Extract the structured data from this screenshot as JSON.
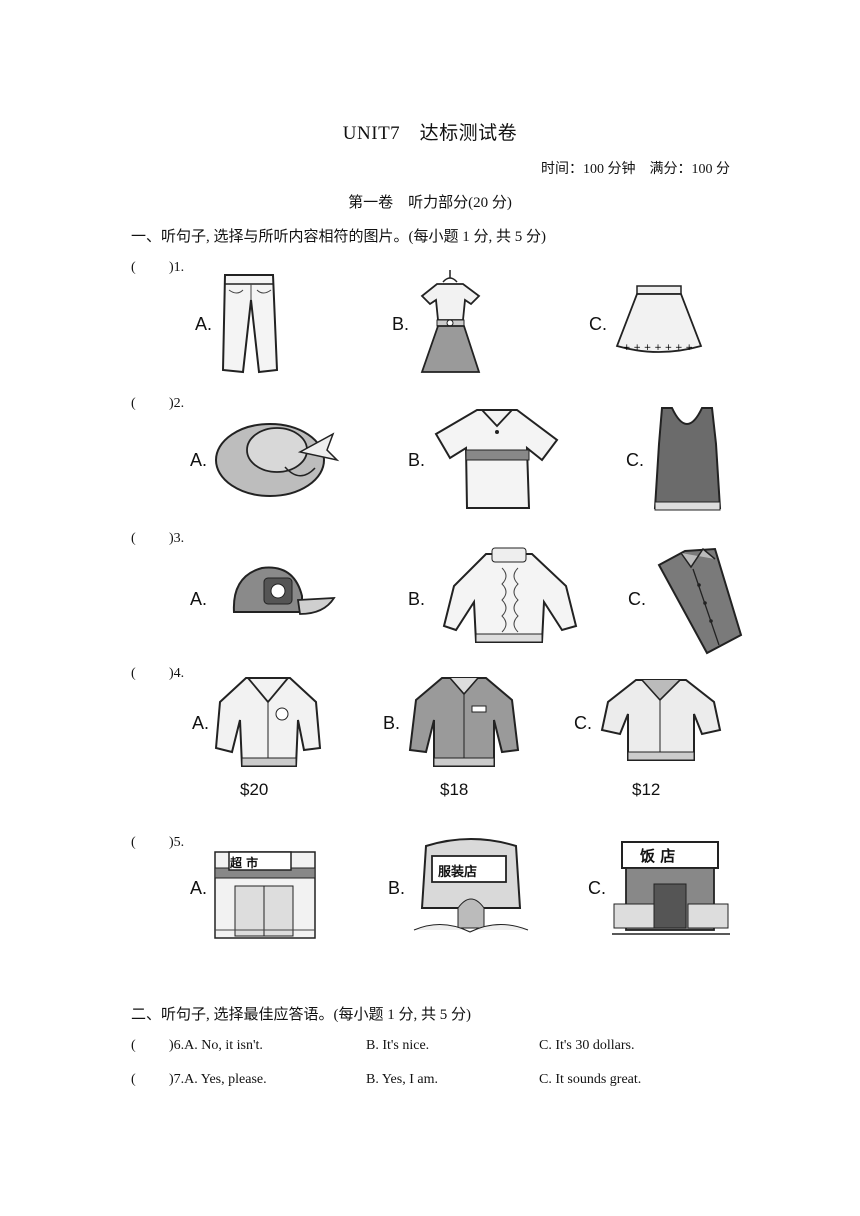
{
  "title": "UNIT7　达标测试卷",
  "timing": "时间：100 分钟　满分：100 分",
  "part": "第一卷　听力部分(20 分)",
  "section1": {
    "heading": "一、听句子, 选择与所听内容相符的图片。(每小题 1 分, 共 5 分)",
    "questions": [
      {
        "num": ")1.",
        "options": [
          "A.",
          "B.",
          "C."
        ]
      },
      {
        "num": ")2.",
        "options": [
          "A.",
          "B.",
          "C."
        ]
      },
      {
        "num": ")3.",
        "options": [
          "A.",
          "B.",
          "C."
        ]
      },
      {
        "num": ")4.",
        "options": [
          "A.",
          "B.",
          "C."
        ],
        "prices": [
          "$20",
          "$18",
          "$12"
        ]
      },
      {
        "num": ")5.",
        "options": [
          "A.",
          "B.",
          "C."
        ],
        "signs": [
          "超 市",
          "服装店",
          "饭 店"
        ]
      }
    ]
  },
  "section2": {
    "heading": "二、听句子, 选择最佳应答语。(每小题 1 分, 共 5 分)",
    "questions": [
      {
        "num": ")6.",
        "a": "A. No, it isn't.",
        "b": "B. It's nice.",
        "c": "C. It's 30 dollars."
      },
      {
        "num": ")7.",
        "a": "A. Yes, please.",
        "b": "B. Yes, I am.",
        "c": "C. It sounds great."
      }
    ]
  },
  "paren_open": "(",
  "icons": [
    "trousers-icon",
    "dress-icon",
    "skirt-icon",
    "sun-hat-icon",
    "polo-shirt-icon",
    "tank-top-icon",
    "cap-icon",
    "sweater-icon",
    "shirt-icon",
    "jacket-icon",
    "shop-icon",
    "restaurant-icon"
  ]
}
